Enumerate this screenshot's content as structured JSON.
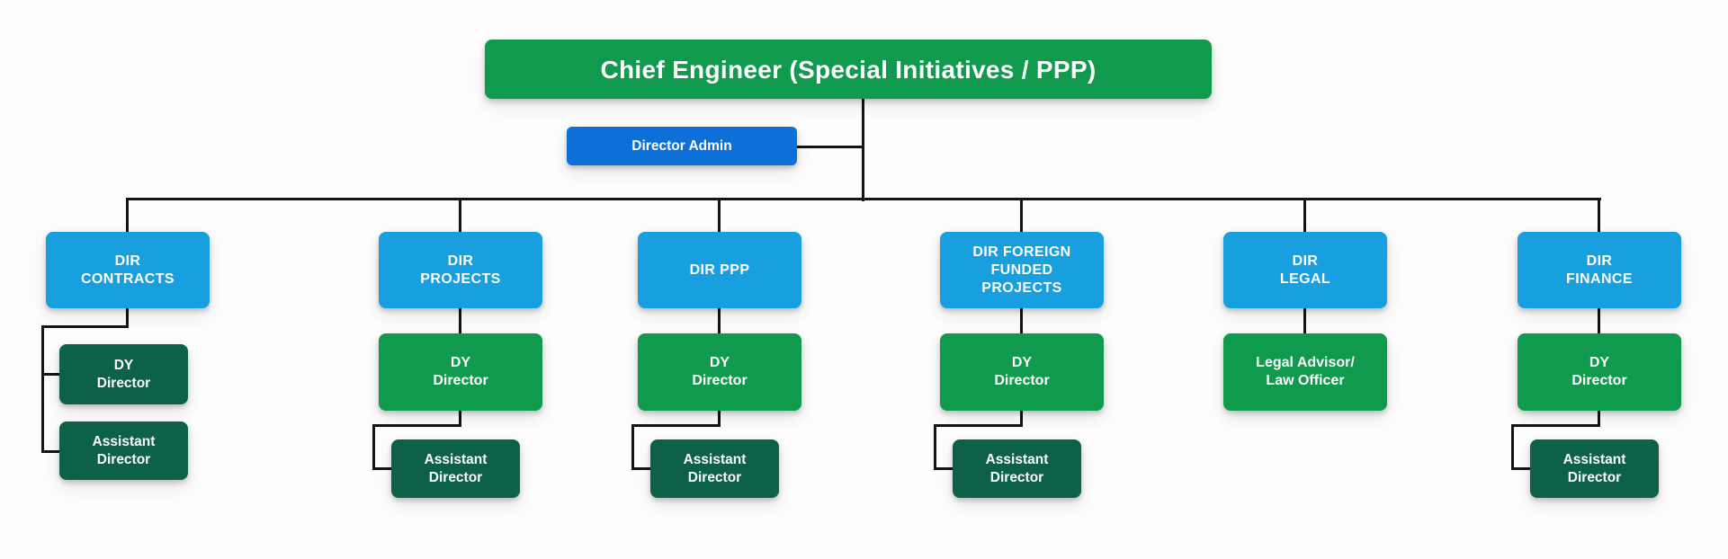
{
  "palette": {
    "root_green": "#0f9a4e",
    "deputy_green": "#0f9a4e",
    "dark_green": "#0d6148",
    "dept_blue": "#189fe0",
    "admin_blue": "#0d6fd8",
    "connector_black": "#141414",
    "background": "#fdfdfd"
  },
  "org": {
    "root": "Chief Engineer (Special Initiatives / PPP)",
    "staff": "Director Admin",
    "columns": [
      {
        "head": "DIR\nCONTRACTS",
        "deputy": "DY\nDirector",
        "assistant": "Assistant\nDirector"
      },
      {
        "head": "DIR\nPROJECTS",
        "deputy": "DY\nDirector",
        "assistant": "Assistant\nDirector"
      },
      {
        "head": "DIR PPP",
        "deputy": "DY\nDirector",
        "assistant": "Assistant\nDirector"
      },
      {
        "head": "DIR FOREIGN\nFUNDED\nPROJECTS",
        "deputy": "DY\nDirector",
        "assistant": "Assistant\nDirector"
      },
      {
        "head": "DIR\nLEGAL",
        "deputy": "Legal Advisor/\nLaw Officer"
      },
      {
        "head": "DIR\nFINANCE",
        "deputy": "DY\nDirector",
        "assistant": "Assistant\nDirector"
      }
    ]
  }
}
